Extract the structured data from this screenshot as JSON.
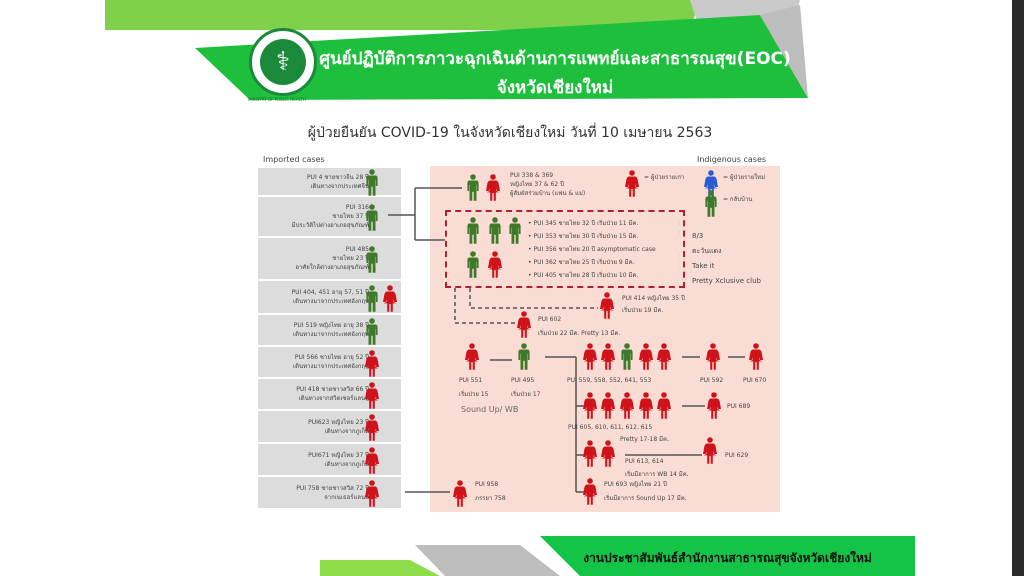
{
  "header": {
    "title_line1": "ศูนย์ปฏิบัติการภาวะฉุกเฉินด้านการแพทย์และสาธารณสุข(EOC)",
    "title_line2": "จังหวัดเชียงใหม่",
    "logo_text": "MINISTRY OF PUBLIC HEALTH"
  },
  "subtitle": "ผู้ป่วยยืนยัน COVID-19 ในจังหวัดเชียงใหม่ วันที่ 10 เมษายน 2563",
  "imported_label": "Imported cases",
  "indigenous_label": "Indigenous cases",
  "colors": {
    "old": "#d0121b",
    "new": "#2a5bd0",
    "home": "#3f7a2a"
  },
  "legend": [
    {
      "status": "old",
      "label": "= ผู้ป่วยรายเก่า"
    },
    {
      "status": "new",
      "label": "= ผู้ป่วยรายใหม่"
    },
    {
      "status": "home",
      "label": "= กลับบ้าน"
    }
  ],
  "imported": [
    {
      "lines": [
        "PUI 4 ชายชาวจีน 28 ปี",
        "เดินทางจากประเทศจีน"
      ],
      "persons": [
        "home"
      ]
    },
    {
      "lines": [
        "PUI 316",
        "ชายไทย 37 ปี",
        "มีประวัติไปต่างอาเภอสุขภัณฑ์"
      ],
      "persons": [
        "home"
      ]
    },
    {
      "lines": [
        "PUI 485",
        "ชายไทย 23 ปี",
        "อาศัยใกล้ต่างอาเภอสุขภัณฑ์"
      ],
      "persons": [
        "home"
      ]
    },
    {
      "lines": [
        "PUI 404, 451 อายุ 57, 51 ปี",
        "เดินทางมาจากประเทศอังกฤษ"
      ],
      "persons": [
        "home",
        "old"
      ]
    },
    {
      "lines": [
        "PUI 519 หญิงไทย อายุ 38 ปี",
        "เดินทางมาจากประเทศอังกฤษ"
      ],
      "persons": [
        "home"
      ]
    },
    {
      "lines": [
        "PUI 566 ชายไทย อายุ 52 ปี",
        "เดินทางมาจากประเทศอังกฤษ"
      ],
      "persons": [
        "old"
      ]
    },
    {
      "lines": [
        "PUI 418 ชายชาวสวิส 66 ปี",
        "เดินทางจากสวิตเซอร์แลนด์"
      ],
      "persons": [
        "old"
      ]
    },
    {
      "lines": [
        "PUI623 หญิงไทย 23 ปี",
        "เดินทางจากภูเก็ต"
      ],
      "persons": [
        "old"
      ]
    },
    {
      "lines": [
        "PUI671 หญิงไทย  37 ปี",
        "เดินทางจากภูเก็ต"
      ],
      "persons": [
        "old"
      ]
    },
    {
      "lines": [
        "PUI 758 ชายชาวสวิส 72 ปี",
        "จากเนเธอร์แลนด์"
      ],
      "persons": [
        "old"
      ]
    }
  ],
  "cluster_338": {
    "lines": [
      "PUI 338 & 369",
      "หญิงไทย 37 & 62 ปี",
      "ผู้สัมผัสร่วมบ้าน (แฟน & แม่)"
    ],
    "persons": [
      "home",
      "old"
    ]
  },
  "cluster_box": {
    "persons": [
      "home",
      "home",
      "home",
      "home",
      "old"
    ],
    "bullets": [
      "• PUI 345 ชายไทย 32 ปี เริ่มป่วย 11 มีค.",
      "• PUI 353 ชายไทย 30 ปี เริ่มป่วย 15 มีค.",
      "• PUI 356 ชายไทย 20 ปี asymptomatic case",
      "• PUI 362 ชายไทย 25 ปี เริ่มป่วย 9 มีค.",
      "• PUI 405 ชายไทย 28 ปี เริ่มป่วย 10 มีค."
    ],
    "venues": [
      "8/3",
      "ตะวันแดง",
      "Take it",
      "Pretty Xclusive club"
    ]
  },
  "pui414": {
    "lines": [
      "PUI 414 หญิงไทย 35 ปี",
      "เริ่มป่วย 19 มีค."
    ],
    "status": "old"
  },
  "pui602": {
    "lines": [
      "PUI 602",
      "เริ่มป่วย 22 มีค. Pretty 13 มีค."
    ],
    "status": "old"
  },
  "pui551": {
    "lines": [
      "PUI 551",
      "เริ่มป่วย 15"
    ],
    "status": "old"
  },
  "pui495": {
    "lines": [
      "PUI 495",
      "เริ่มป่วย 17"
    ],
    "status": "home"
  },
  "sound_up": "Sound Up/ WB",
  "row1": {
    "persons": [
      "old",
      "old",
      "home",
      "old",
      "old"
    ],
    "label": "PUI  559,  558,  552,  641,  553",
    "pui592": "PUI 592",
    "pui670": "PUI 670"
  },
  "row2": {
    "persons": [
      "old",
      "old",
      "old",
      "old",
      "old"
    ],
    "label": "PUI 605,  610,  611,  612,  615",
    "pui689": "PUI 689"
  },
  "row3": {
    "persons": [
      "old",
      "old"
    ],
    "pretty": "Pretty 17-18 มีค.",
    "lines": [
      "PUI 613, 614",
      "เริ่มมีอาการ WB 14 มีค."
    ],
    "pui629": "PUI 629"
  },
  "row4": {
    "lines": [
      "PUI 693 หญิงไทย 21 ปี",
      "เริ่มมีอาการ Sound Up 17 มีค."
    ]
  },
  "pui958": {
    "lines": [
      "PUI 958",
      "ภรรยา 758"
    ],
    "status": "old"
  },
  "footer": "งานประชาสัมพันธ์สำนักงานสาธารณสุขจังหวัดเชียงใหม่"
}
